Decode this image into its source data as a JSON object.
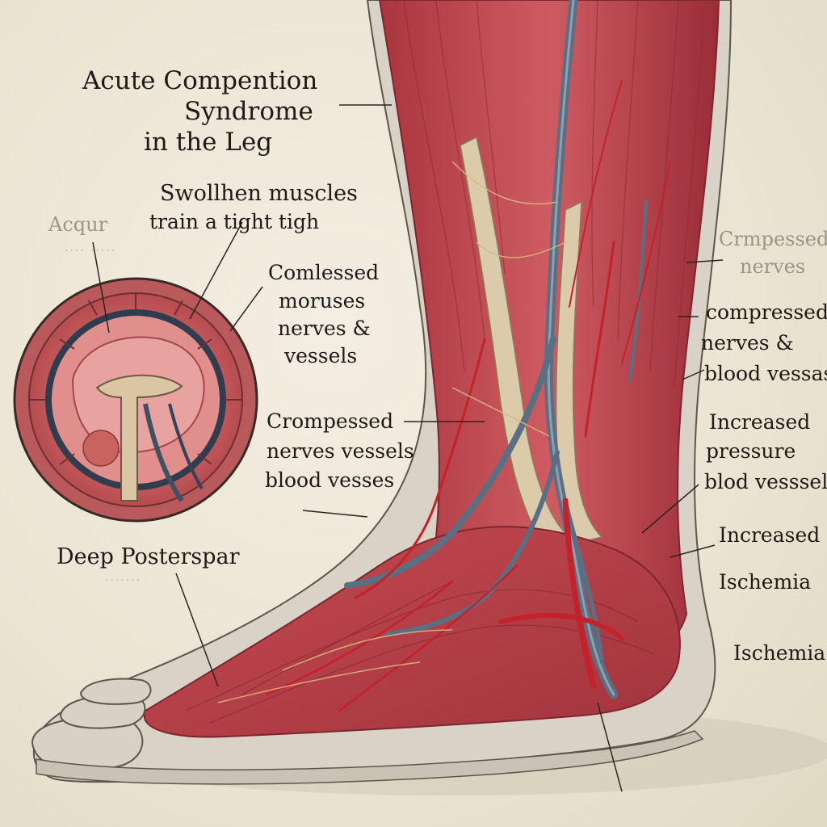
{
  "title": {
    "line1": "Acute Compention",
    "line2": "Syndrome",
    "line3": "in the Leg"
  },
  "labels": {
    "swollen_1": "Swollhen muscles",
    "swollen_2": "train a tight tigh",
    "faint_left": "Acqur",
    "faint_left_sub": "···· ·····",
    "compressed_left_1": "Comlessed",
    "compressed_left_2": "moruses",
    "compressed_left_3": "nerves &",
    "compressed_left_4": "vessels",
    "compressed_mid_1": "Crompessed",
    "compressed_mid_2": "nerves vessels",
    "compressed_mid_3": "blood vesses",
    "deep_posterior": "Deep Posterspar",
    "deep_posterior_sub": "·······",
    "right_faint_1": "Crmpessed",
    "right_faint_2": "nerves",
    "right_compressed_1": "compressed",
    "right_compressed_2": "nerves &",
    "right_compressed_3": "blood vessas",
    "increased_1": "Increased",
    "increased_2": "pressure",
    "increased_3": "blod vesssels",
    "increased_short": "Increased",
    "ischemia_1": "Ischemia",
    "ischemia_2": "Ischemia"
  },
  "colors": {
    "muscle": "#b8414a",
    "muscle_dark": "#8e2a33",
    "tendon": "#d9c9a6",
    "vein": "#5b6f82",
    "artery": "#c4222a",
    "skin": "#d8d2c6",
    "bone": "#d6c19a"
  }
}
